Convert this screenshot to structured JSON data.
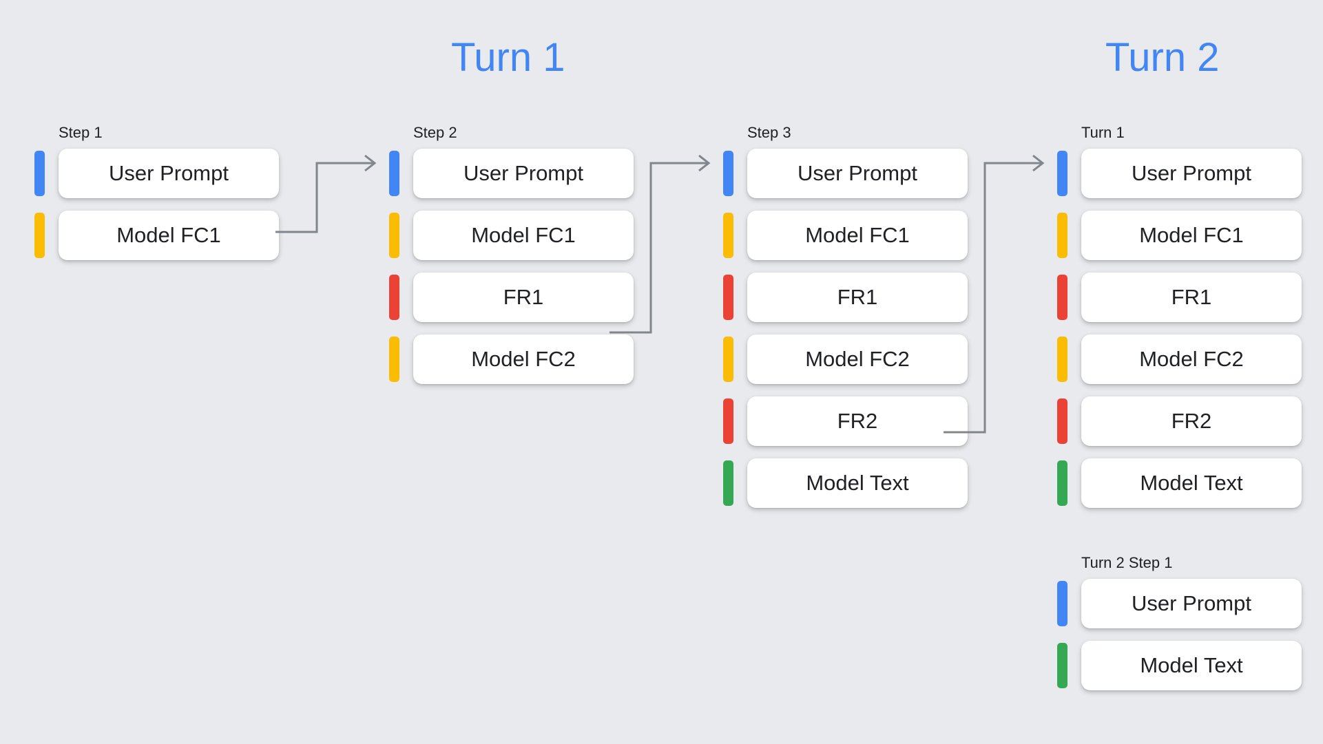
{
  "background_color": "#E8EAED",
  "palette": {
    "blue": "#4285F4",
    "yellow": "#FBBC04",
    "red": "#EA4335",
    "green": "#34A853",
    "connector_gray": "#80868B",
    "text": "#202124",
    "card": "#FFFFFF"
  },
  "headings": {
    "turn_1": "Turn 1",
    "turn_2": "Turn 2"
  },
  "columns": [
    {
      "id": "step-1",
      "label": "Step 1",
      "rows": [
        {
          "color": "blue",
          "label": "User Prompt"
        },
        {
          "color": "yellow",
          "label": "Model FC1"
        }
      ]
    },
    {
      "id": "step-2",
      "label": "Step 2",
      "rows": [
        {
          "color": "blue",
          "label": "User Prompt"
        },
        {
          "color": "yellow",
          "label": "Model FC1"
        },
        {
          "color": "red",
          "label": "FR1"
        },
        {
          "color": "yellow",
          "label": "Model FC2"
        }
      ]
    },
    {
      "id": "step-3",
      "label": "Step 3",
      "rows": [
        {
          "color": "blue",
          "label": "User Prompt"
        },
        {
          "color": "yellow",
          "label": "Model FC1"
        },
        {
          "color": "red",
          "label": "FR1"
        },
        {
          "color": "yellow",
          "label": "Model FC2"
        },
        {
          "color": "red",
          "label": "FR2"
        },
        {
          "color": "green",
          "label": "Model Text"
        }
      ]
    },
    {
      "id": "turn-1",
      "label": "Turn 1",
      "rows": [
        {
          "color": "blue",
          "label": "User Prompt"
        },
        {
          "color": "yellow",
          "label": "Model FC1"
        },
        {
          "color": "red",
          "label": "FR1"
        },
        {
          "color": "yellow",
          "label": "Model FC2"
        },
        {
          "color": "red",
          "label": "FR2"
        },
        {
          "color": "green",
          "label": "Model Text"
        }
      ]
    },
    {
      "id": "turn-2-step-1",
      "label": "Turn 2 Step 1",
      "rows": [
        {
          "color": "blue",
          "label": "User Prompt"
        },
        {
          "color": "green",
          "label": "Model Text"
        }
      ]
    }
  ],
  "connectors": [
    {
      "id": "connector-step1-to-step2",
      "from": "step-1",
      "to": "step-2"
    },
    {
      "id": "connector-step2-to-step3",
      "from": "step-2",
      "to": "step-3"
    },
    {
      "id": "connector-step3-to-turn1",
      "from": "step-3",
      "to": "turn-1"
    }
  ]
}
